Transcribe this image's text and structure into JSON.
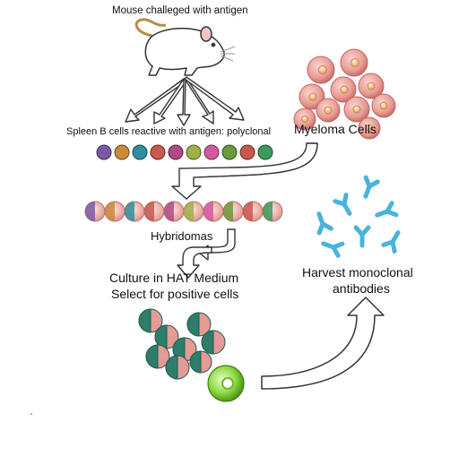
{
  "title": "Mouse challeged with antigen",
  "steps": {
    "spleen_b_cells": "Spleen B cells reactive with antigen: polyclonal",
    "myeloma_cells": "Myeloma Cells",
    "hybridomas": "Hybridomas",
    "culture_line1": "Culture in HAT Medium",
    "culture_line2": "Select for positive cells",
    "harvest_line1": "Harvest monoclonal",
    "harvest_line2": "antibodies"
  },
  "colors": {
    "b_cells": [
      "#7a5aa6",
      "#c98a3c",
      "#2f8f9a",
      "#c9584e",
      "#b04a86",
      "#a0b046",
      "#d25aa0",
      "#6b9a3a",
      "#3a6fa8",
      "#3c9a5a"
    ],
    "myeloma_cell": "#e89a93",
    "myeloma_nucleus": "#f3c79a",
    "hybridoma_cell": "#e8a6a0",
    "culture_dark": "#2e7d6a",
    "culture_light": "#e49a95",
    "selected_cell": "#7fd23a",
    "antibody": "#49b3dd"
  },
  "icons": [
    "mouse-icon",
    "arrow-icon",
    "antibody-icon"
  ]
}
